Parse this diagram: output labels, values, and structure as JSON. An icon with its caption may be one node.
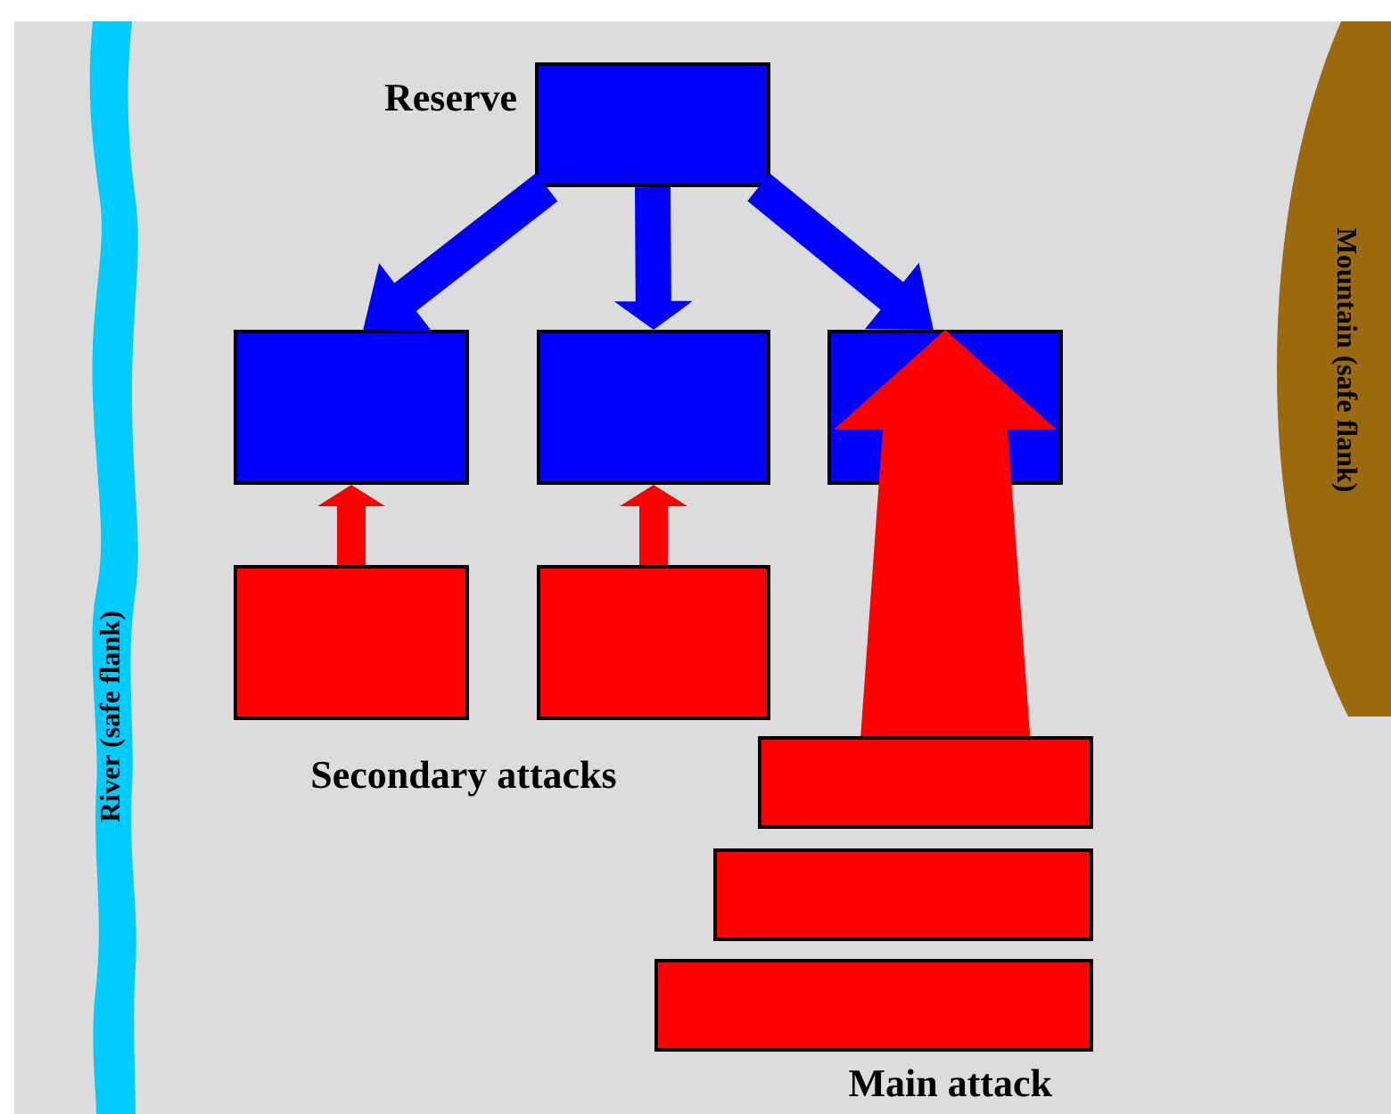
{
  "diagram": {
    "nodes": [
      {
        "text": [],
        "shape": "box",
        "beside": [
          "Reserve"
        ]
      },
      {
        "text": [],
        "shape": "box"
      },
      {
        "text": [],
        "shape": "box"
      },
      {
        "text": [],
        "shape": "box"
      },
      {
        "text": [],
        "shape": "box"
      },
      {
        "text": [],
        "shape": "box"
      },
      {
        "text": [],
        "shape": "box"
      },
      {
        "text": [],
        "shape": "box"
      },
      {
        "text": [],
        "shape": "box",
        "beside": [
          "Main attack"
        ]
      },
      {
        "text": [
          "River (safe flank)"
        ]
      },
      {
        "text": [
          "Mountain (safe flank)"
        ]
      }
    ],
    "edges": [
      {
        "from": 0,
        "to": 1,
        "arrow": "to",
        "style": "thick",
        "color": "#0000ff"
      },
      {
        "from": 0,
        "to": 2,
        "arrow": "to",
        "style": "thick",
        "color": "#0000ff"
      },
      {
        "from": 0,
        "to": 3,
        "arrow": "to",
        "style": "thick",
        "color": "#0000ff"
      },
      {
        "from": 4,
        "to": 1,
        "arrow": "to",
        "style": "thick",
        "color": "#ff0000"
      },
      {
        "from": 5,
        "to": 2,
        "arrow": "to",
        "style": "thick",
        "color": "#ff0000"
      },
      {
        "from": 6,
        "to": 3,
        "arrow": "to",
        "style": "thick",
        "color": "#ff0000"
      }
    ],
    "labels": [
      "Secondary attacks"
    ]
  }
}
